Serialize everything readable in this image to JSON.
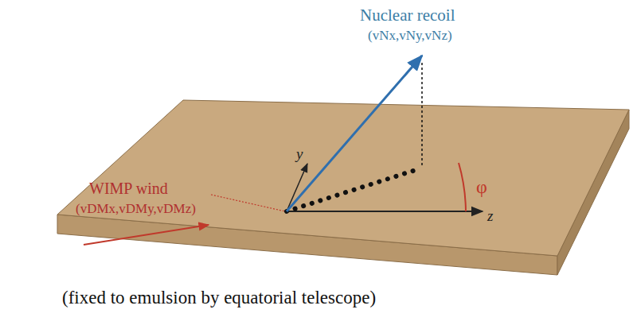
{
  "diagram": {
    "caption": "(fixed to emulsion by equatorial telescope)",
    "labels": [
      "Nuclear recoil",
      "(vNx,vNy,vNz)",
      "WIMP wind",
      "(vDMx,vDMy,vDMz)",
      "y",
      "z",
      "φ"
    ]
  }
}
